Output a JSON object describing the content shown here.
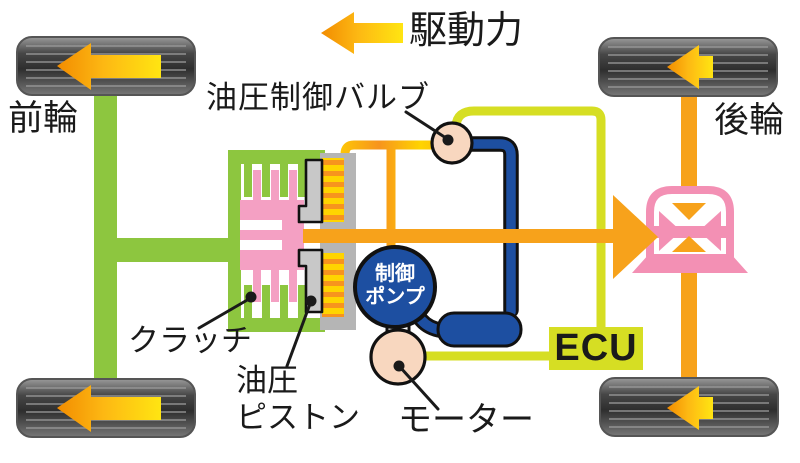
{
  "title": "AWD drivetrain hydraulic clutch control diagram",
  "labels": {
    "front_wheel": "前輪",
    "rear_wheel": "後輪",
    "driving_force": "駆動力",
    "hydraulic_control_valve": "油圧制御バルブ",
    "clutch": "クラッチ",
    "hydraulic_piston": [
      "油圧",
      "ピストン"
    ],
    "motor": "モーター",
    "ecu": "ECU",
    "control_pump": [
      "制御",
      "ポンプ"
    ]
  },
  "colors": {
    "green": "#8dc63f",
    "chartreuse": "#d6de23",
    "orange": "#f7a21b",
    "yellow": "#ffd400",
    "blue": "#1d4fa1",
    "pink": "#f4a0c3",
    "diff-pink": "#f390b4",
    "peach": "#f8d7bf",
    "tire-dark": "#3c3c3c",
    "ink": "#1a1a1a"
  }
}
